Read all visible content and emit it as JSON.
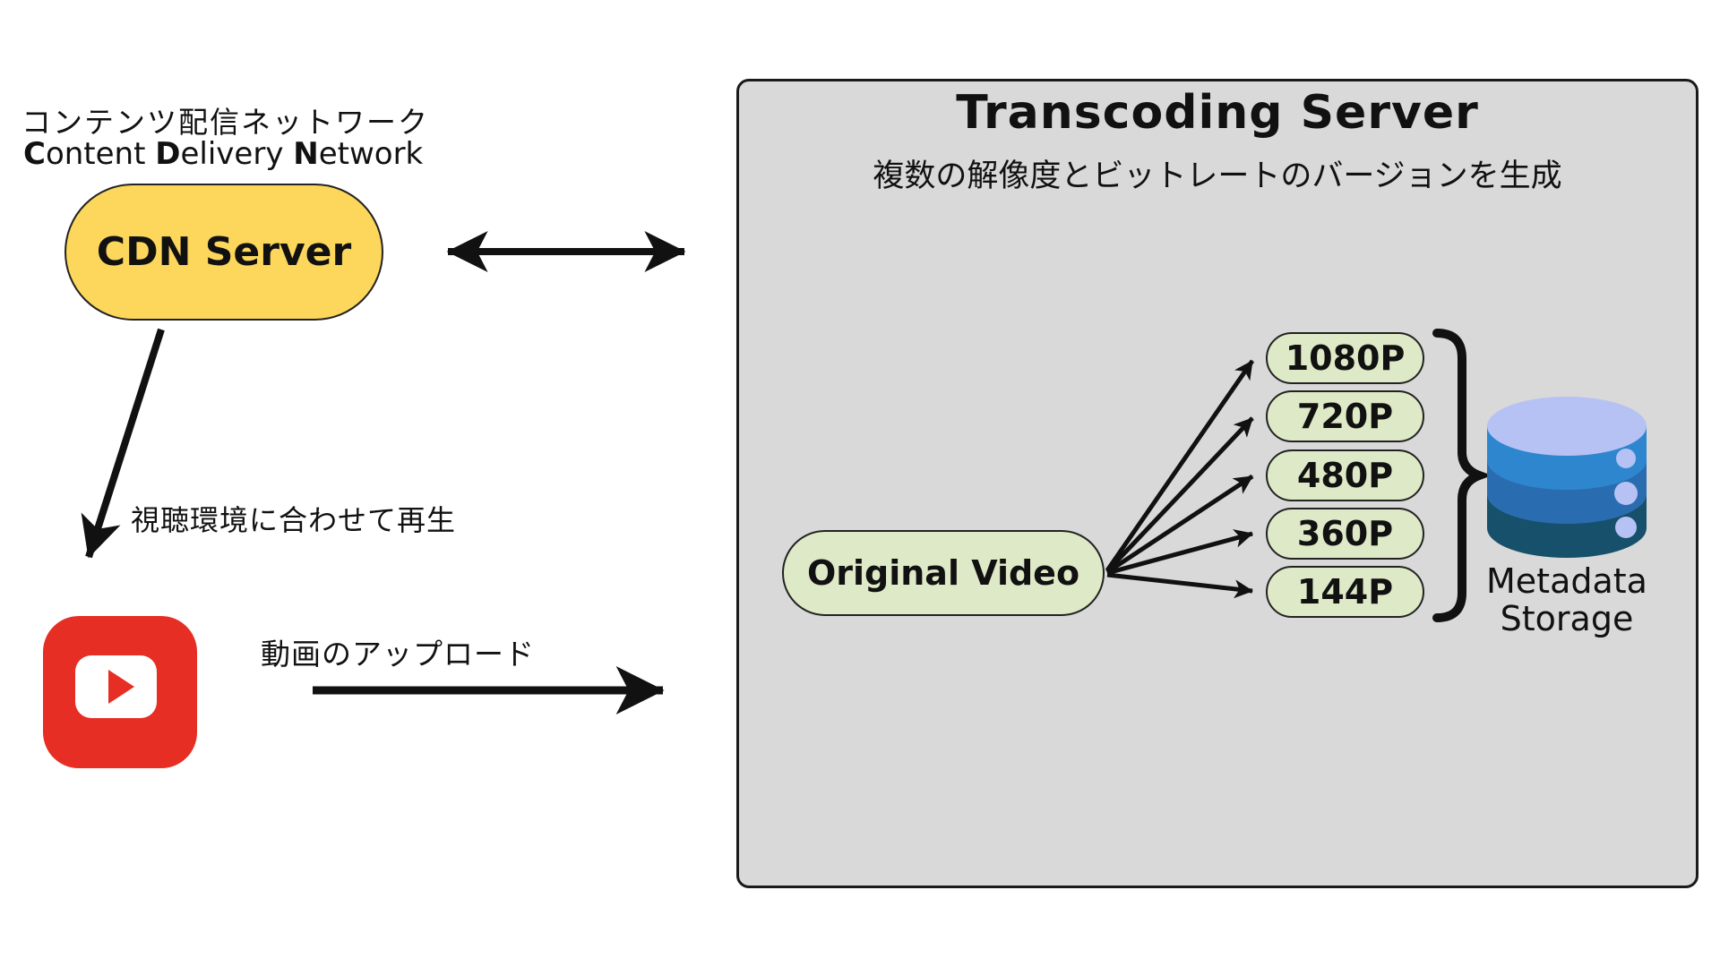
{
  "cdn": {
    "caption_jp": "コンテンツ配信ネットワーク",
    "caption_en": {
      "b1": "C",
      "t1": "ontent ",
      "b2": "D",
      "t2": "elivery ",
      "b3": "N",
      "t3": "etwork"
    },
    "label": "CDN Server"
  },
  "transcoding": {
    "title": "Transcoding Server",
    "subtitle": "複数の解像度とビットレートのバージョンを生成",
    "source": "Original Video",
    "resolutions": [
      "1080P",
      "720P",
      "480P",
      "360P",
      "144P"
    ],
    "storage": {
      "line1": "Metadata",
      "line2": "Storage"
    }
  },
  "labels": {
    "playback": "視聴環境に合わせて再生",
    "upload": "動画のアップロード"
  },
  "colors": {
    "cdn_fill": "#FCD75B",
    "pill_fill": "#DEE9C7",
    "box_fill": "#D9D9D9",
    "youtube_red": "#E62E25",
    "db_top": "#B6C2F3",
    "db_band1": "#2E86CF",
    "db_band2": "#2A6CB0",
    "db_band3": "#17506B",
    "arrow_stroke": "#111111"
  }
}
